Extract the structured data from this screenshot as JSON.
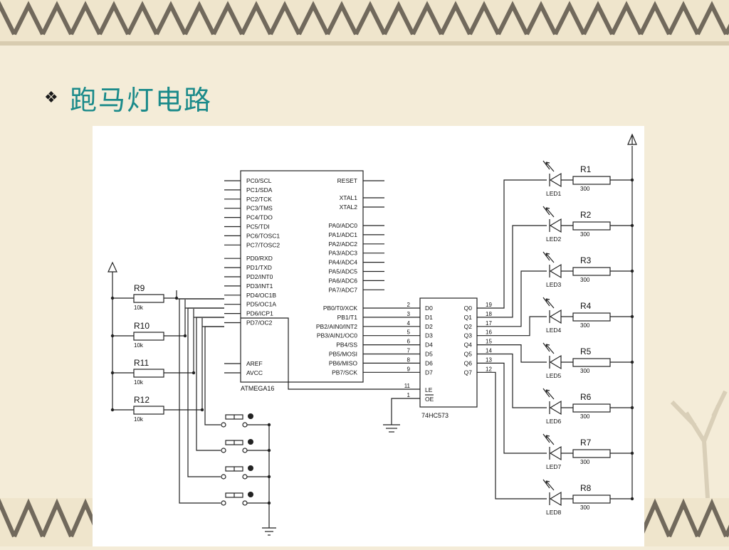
{
  "slide": {
    "bullet": "❖",
    "title": "跑马灯电路"
  },
  "mcu": {
    "name": "ATMEGA16",
    "left_pins": [
      "PC0/SCL",
      "PC1/SDA",
      "PC2/TCK",
      "PC3/TMS",
      "PC4/TDO",
      "PC5/TDI",
      "PC6/TOSC1",
      "PC7/TOSC2",
      "PD0/RXD",
      "PD1/TXD",
      "PD2/INT0",
      "PD3/INT1",
      "PD4/OC1B",
      "PD5/OC1A",
      "PD6/ICP1",
      "PD7/OC2"
    ],
    "left_bottom": [
      "AREF",
      "AVCC"
    ],
    "right_top": [
      "RESET",
      "XTAL1",
      "XTAL2"
    ],
    "right_pa": [
      "PA0/ADC0",
      "PA1/ADC1",
      "PA2/ADC2",
      "PA3/ADC3",
      "PA4/ADC4",
      "PA5/ADC5",
      "PA6/ADC6",
      "PA7/ADC7"
    ],
    "right_pb": [
      "PB0/T0/XCK",
      "PB1/T1",
      "PB2/AIN0/INT2",
      "PB3/AIN1/OC0",
      "PB4/SS",
      "PB5/MOSI",
      "PB6/MISO",
      "PB7/SCK"
    ]
  },
  "latch": {
    "name": "74HC573",
    "d_pins": [
      "D0",
      "D1",
      "D2",
      "D3",
      "D4",
      "D5",
      "D6",
      "D7"
    ],
    "d_nums": [
      "2",
      "3",
      "4",
      "5",
      "6",
      "7",
      "8",
      "9"
    ],
    "q_pins": [
      "Q0",
      "Q1",
      "Q2",
      "Q3",
      "Q4",
      "Q5",
      "Q6",
      "Q7"
    ],
    "q_nums": [
      "19",
      "18",
      "17",
      "16",
      "15",
      "14",
      "13",
      "12"
    ],
    "le_label": "LE",
    "oe_label": "OE",
    "le_num": "11",
    "oe_num": "1"
  },
  "leds": [
    "LED1",
    "LED2",
    "LED3",
    "LED4",
    "LED5",
    "LED6",
    "LED7",
    "LED8"
  ],
  "led_resistors": [
    {
      "name": "R1",
      "value": "300"
    },
    {
      "name": "R2",
      "value": "300"
    },
    {
      "name": "R3",
      "value": "300"
    },
    {
      "name": "R4",
      "value": "300"
    },
    {
      "name": "R5",
      "value": "300"
    },
    {
      "name": "R6",
      "value": "300"
    },
    {
      "name": "R7",
      "value": "300"
    },
    {
      "name": "R8",
      "value": "300"
    }
  ],
  "pullups": [
    {
      "name": "R9",
      "value": "10k"
    },
    {
      "name": "R10",
      "value": "10k"
    },
    {
      "name": "R11",
      "value": "10k"
    },
    {
      "name": "R12",
      "value": "10k"
    }
  ],
  "colors": {
    "title": "#1a8a8a",
    "wire": "#222222",
    "background": "#f4ecd8"
  }
}
